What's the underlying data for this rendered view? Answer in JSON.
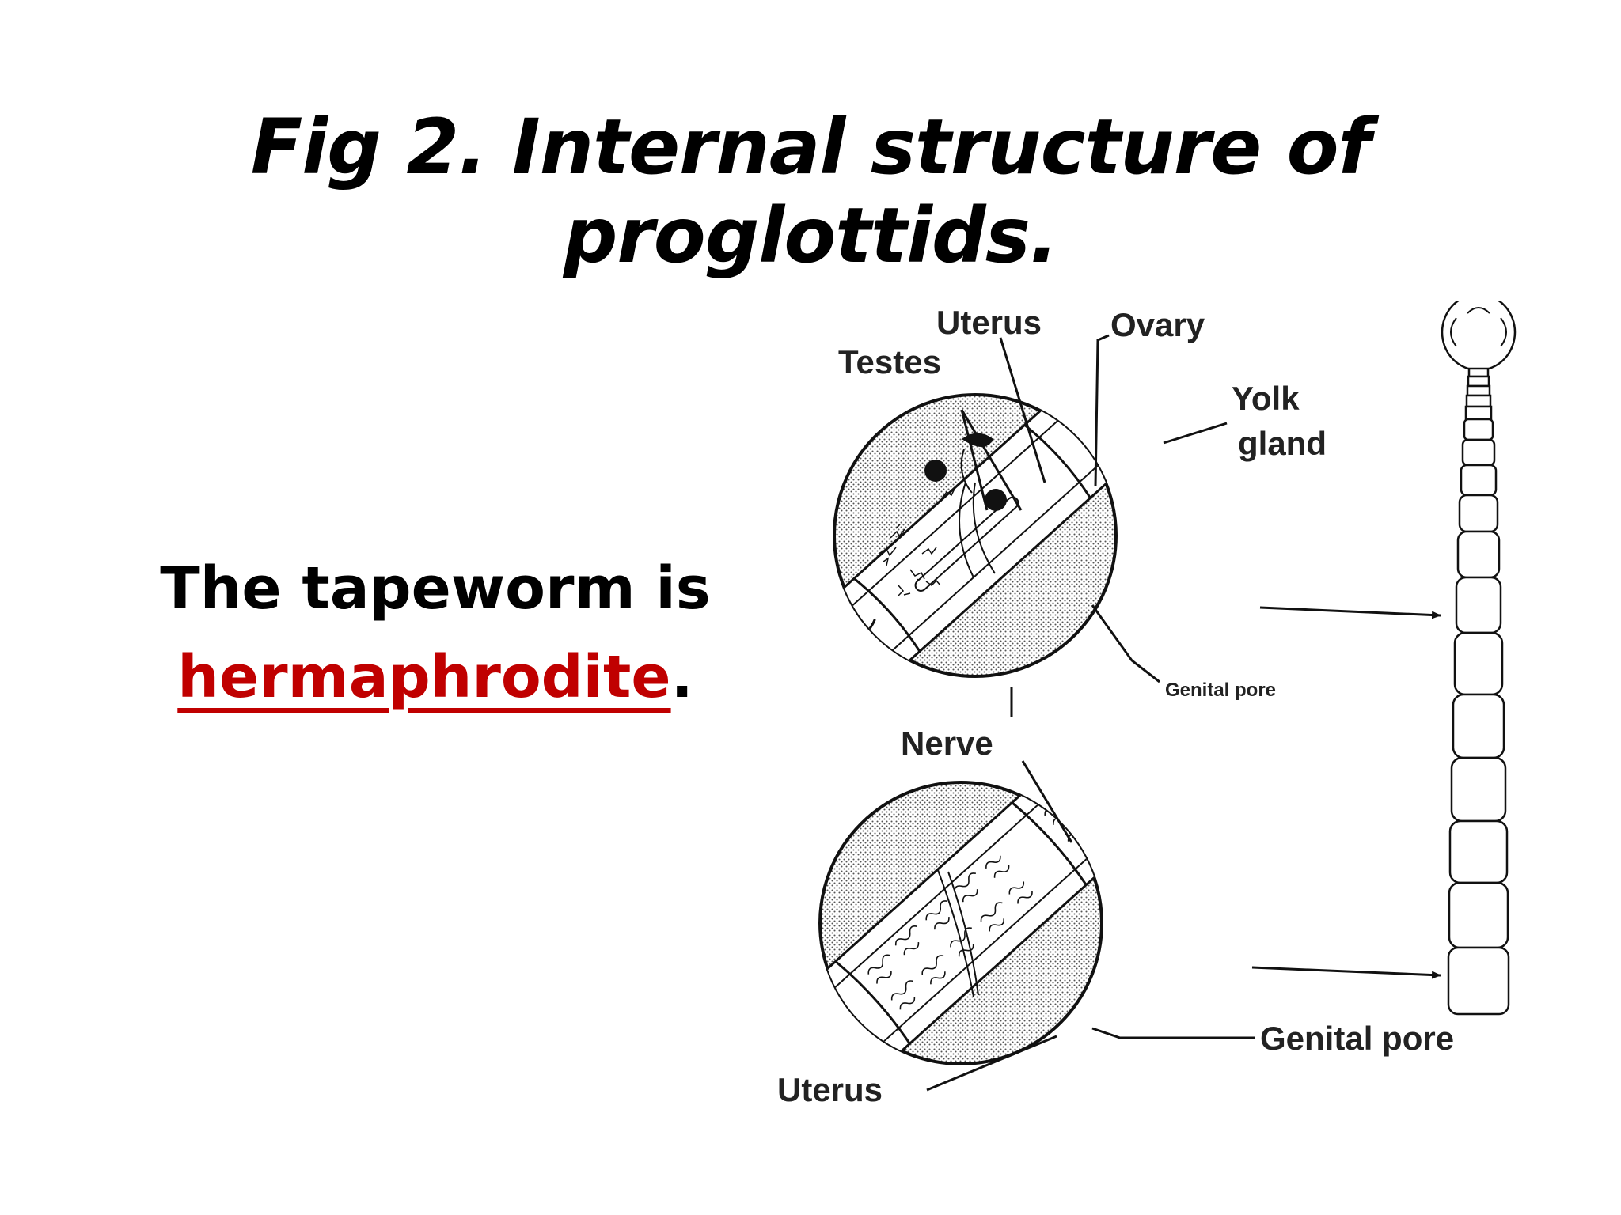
{
  "slide": {
    "title": "Fig 2. Internal structure of proglottids.",
    "statement_line1": "The tapeworm is",
    "statement_highlight": "hermaphrodite",
    "statement_end": ".",
    "highlight_color": "#c00000"
  },
  "figure": {
    "labels": {
      "uterus_top": "Uterus",
      "ovary": "Ovary",
      "testes": "Testes",
      "yolk": "Yolk",
      "gland": "gland",
      "genital_pore_small": "Genital pore",
      "nerve": "Nerve",
      "genital_pore": "Genital pore",
      "uterus_bottom": "Uterus"
    }
  }
}
